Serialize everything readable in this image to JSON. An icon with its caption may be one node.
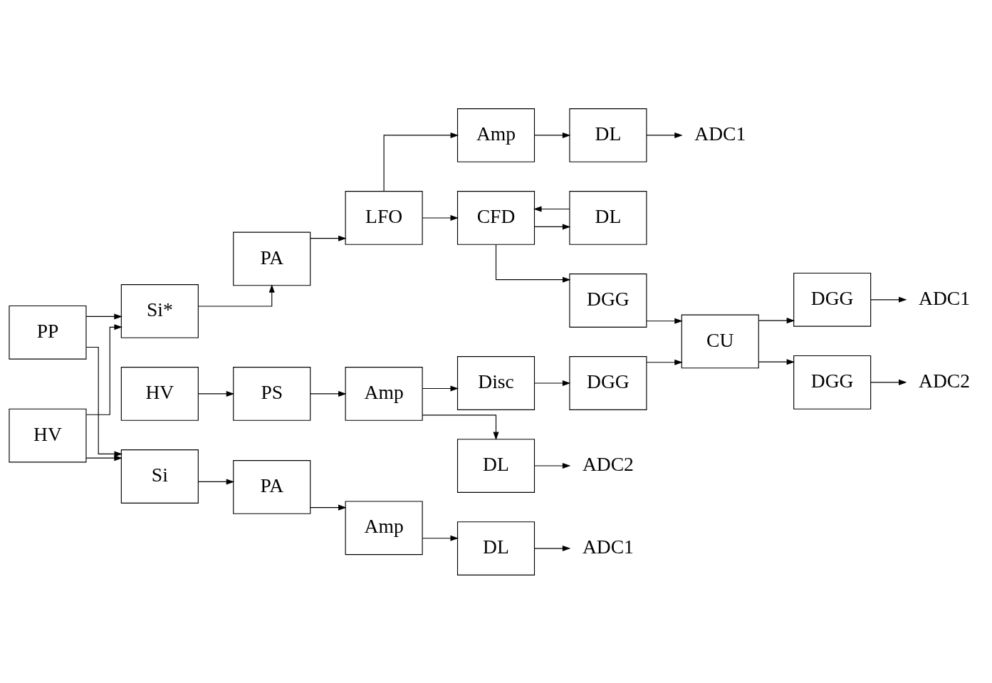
{
  "diagram": {
    "nodes": [
      {
        "text": [
          "PP"
        ]
      },
      {
        "text": [
          "Si"
        ]
      },
      {
        "text": [
          "PA"
        ]
      },
      {
        "text": [
          "Amp"
        ]
      },
      {
        "text": [
          "DL"
        ]
      },
      {
        "text": [
          "ADC1"
        ]
      },
      {
        "text": [
          "HV"
        ]
      },
      {
        "text": [
          "Si*"
        ]
      },
      {
        "text": [
          "PA"
        ]
      },
      {
        "text": [
          "LFO"
        ]
      },
      {
        "text": [
          "Amp"
        ]
      },
      {
        "text": [
          "DL"
        ]
      },
      {
        "text": [
          "ADC1"
        ]
      },
      {
        "text": [
          "CFD"
        ]
      },
      {
        "text": [
          "DGG"
        ]
      },
      {
        "text": [
          "DL"
        ]
      },
      {
        "text": [
          "CU"
        ]
      },
      {
        "text": [
          "DGG"
        ]
      },
      {
        "text": [
          "ADC1"
        ]
      },
      {
        "text": [
          "HV"
        ]
      },
      {
        "text": [
          "PS"
        ]
      },
      {
        "text": [
          "Amp"
        ]
      },
      {
        "text": [
          "Disc"
        ]
      },
      {
        "text": [
          "DGG"
        ]
      },
      {
        "text": [
          "DGG"
        ]
      },
      {
        "text": [
          "ADC2"
        ]
      },
      {
        "text": [
          "DL"
        ]
      },
      {
        "text": [
          "ADC2"
        ]
      }
    ],
    "edges": [
      {
        "from": 0,
        "to": 1,
        "arrow": "to"
      },
      {
        "from": 0,
        "to": 7,
        "arrow": "to"
      },
      {
        "from": 6,
        "to": 1,
        "arrow": "to"
      },
      {
        "from": 6,
        "to": 7,
        "arrow": "to"
      },
      {
        "from": 1,
        "to": 2,
        "arrow": "to"
      },
      {
        "from": 2,
        "to": 3,
        "arrow": "to"
      },
      {
        "from": 3,
        "to": 4,
        "arrow": "to"
      },
      {
        "from": 4,
        "to": 5,
        "arrow": "to"
      },
      {
        "from": 7,
        "to": 8,
        "arrow": "to"
      },
      {
        "from": 8,
        "to": 9,
        "arrow": "to"
      },
      {
        "from": 9,
        "to": 10,
        "arrow": "to"
      },
      {
        "from": 10,
        "to": 11,
        "arrow": "to"
      },
      {
        "from": 11,
        "to": 12,
        "arrow": "to"
      },
      {
        "from": 9,
        "to": 13,
        "arrow": "to"
      },
      {
        "from": 13,
        "to": 14,
        "arrow": "to"
      },
      {
        "from": 13,
        "to": 15,
        "arrow": "to"
      },
      {
        "from": 15,
        "to": 13,
        "arrow": "to"
      },
      {
        "from": 14,
        "to": 16,
        "arrow": "to"
      },
      {
        "from": 16,
        "to": 17,
        "arrow": "to"
      },
      {
        "from": 16,
        "to": 24,
        "arrow": "to"
      },
      {
        "from": 17,
        "to": 18,
        "arrow": "to"
      },
      {
        "from": 19,
        "to": 20,
        "arrow": "to"
      },
      {
        "from": 20,
        "to": 21,
        "arrow": "to"
      },
      {
        "from": 21,
        "to": 22,
        "arrow": "to"
      },
      {
        "from": 21,
        "to": 26,
        "arrow": "to"
      },
      {
        "from": 22,
        "to": 23,
        "arrow": "to"
      },
      {
        "from": 23,
        "to": 16,
        "arrow": "to"
      },
      {
        "from": 24,
        "to": 25,
        "arrow": "to"
      },
      {
        "from": 26,
        "to": 27,
        "arrow": "to"
      }
    ]
  }
}
